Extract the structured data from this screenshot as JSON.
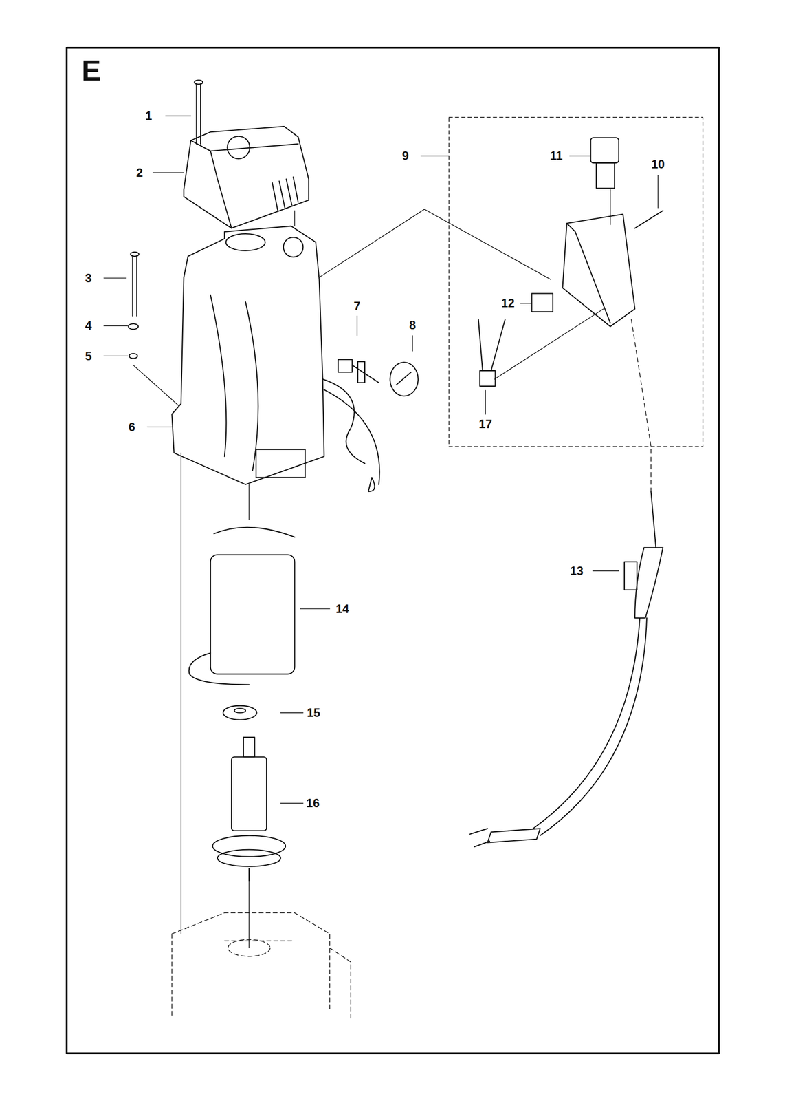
{
  "diagram": {
    "title": "E",
    "labels": [
      "1",
      "2",
      "3",
      "4",
      "5",
      "6",
      "7",
      "8",
      "9",
      "10",
      "11",
      "12",
      "13",
      "14",
      "15",
      "16",
      "17"
    ]
  }
}
